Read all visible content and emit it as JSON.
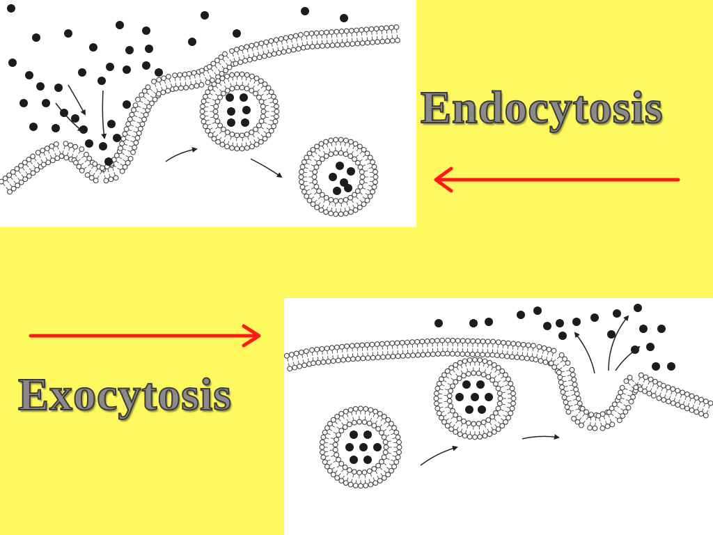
{
  "endocytosis": {
    "title": "Endocytosis",
    "arrow_direction": "left",
    "arrow_color": "#ff1a1a"
  },
  "exocytosis": {
    "title": "Exocytosis",
    "arrow_direction": "right",
    "arrow_color": "#ff1a1a"
  },
  "colors": {
    "background": "#fdf95f",
    "panel": "#ffffff",
    "molecule": "#1c1c1c",
    "membrane_stroke": "#444444"
  }
}
